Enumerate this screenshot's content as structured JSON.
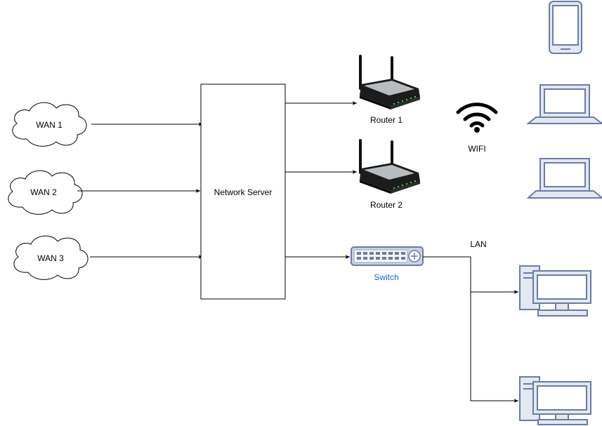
{
  "wans": [
    {
      "label": "WAN 1"
    },
    {
      "label": "WAN 2"
    },
    {
      "label": "WAN 3"
    }
  ],
  "server": {
    "label": "Network Server"
  },
  "routers": [
    {
      "label": "Router 1"
    },
    {
      "label": "Router 2"
    }
  ],
  "wifi": {
    "label": "WIFI",
    "icon": "wifi-icon"
  },
  "switch": {
    "label": "Switch",
    "label_color": "#2266bb"
  },
  "lan": {
    "label": "LAN"
  },
  "devices": {
    "wireless": [
      "smartphone-icon",
      "laptop-icon",
      "laptop-icon"
    ],
    "wired": [
      "desktop-computer-icon",
      "desktop-computer-icon"
    ]
  },
  "colors": {
    "device_stroke": "#6b7ba3",
    "device_fill": "#e3e8f1"
  }
}
